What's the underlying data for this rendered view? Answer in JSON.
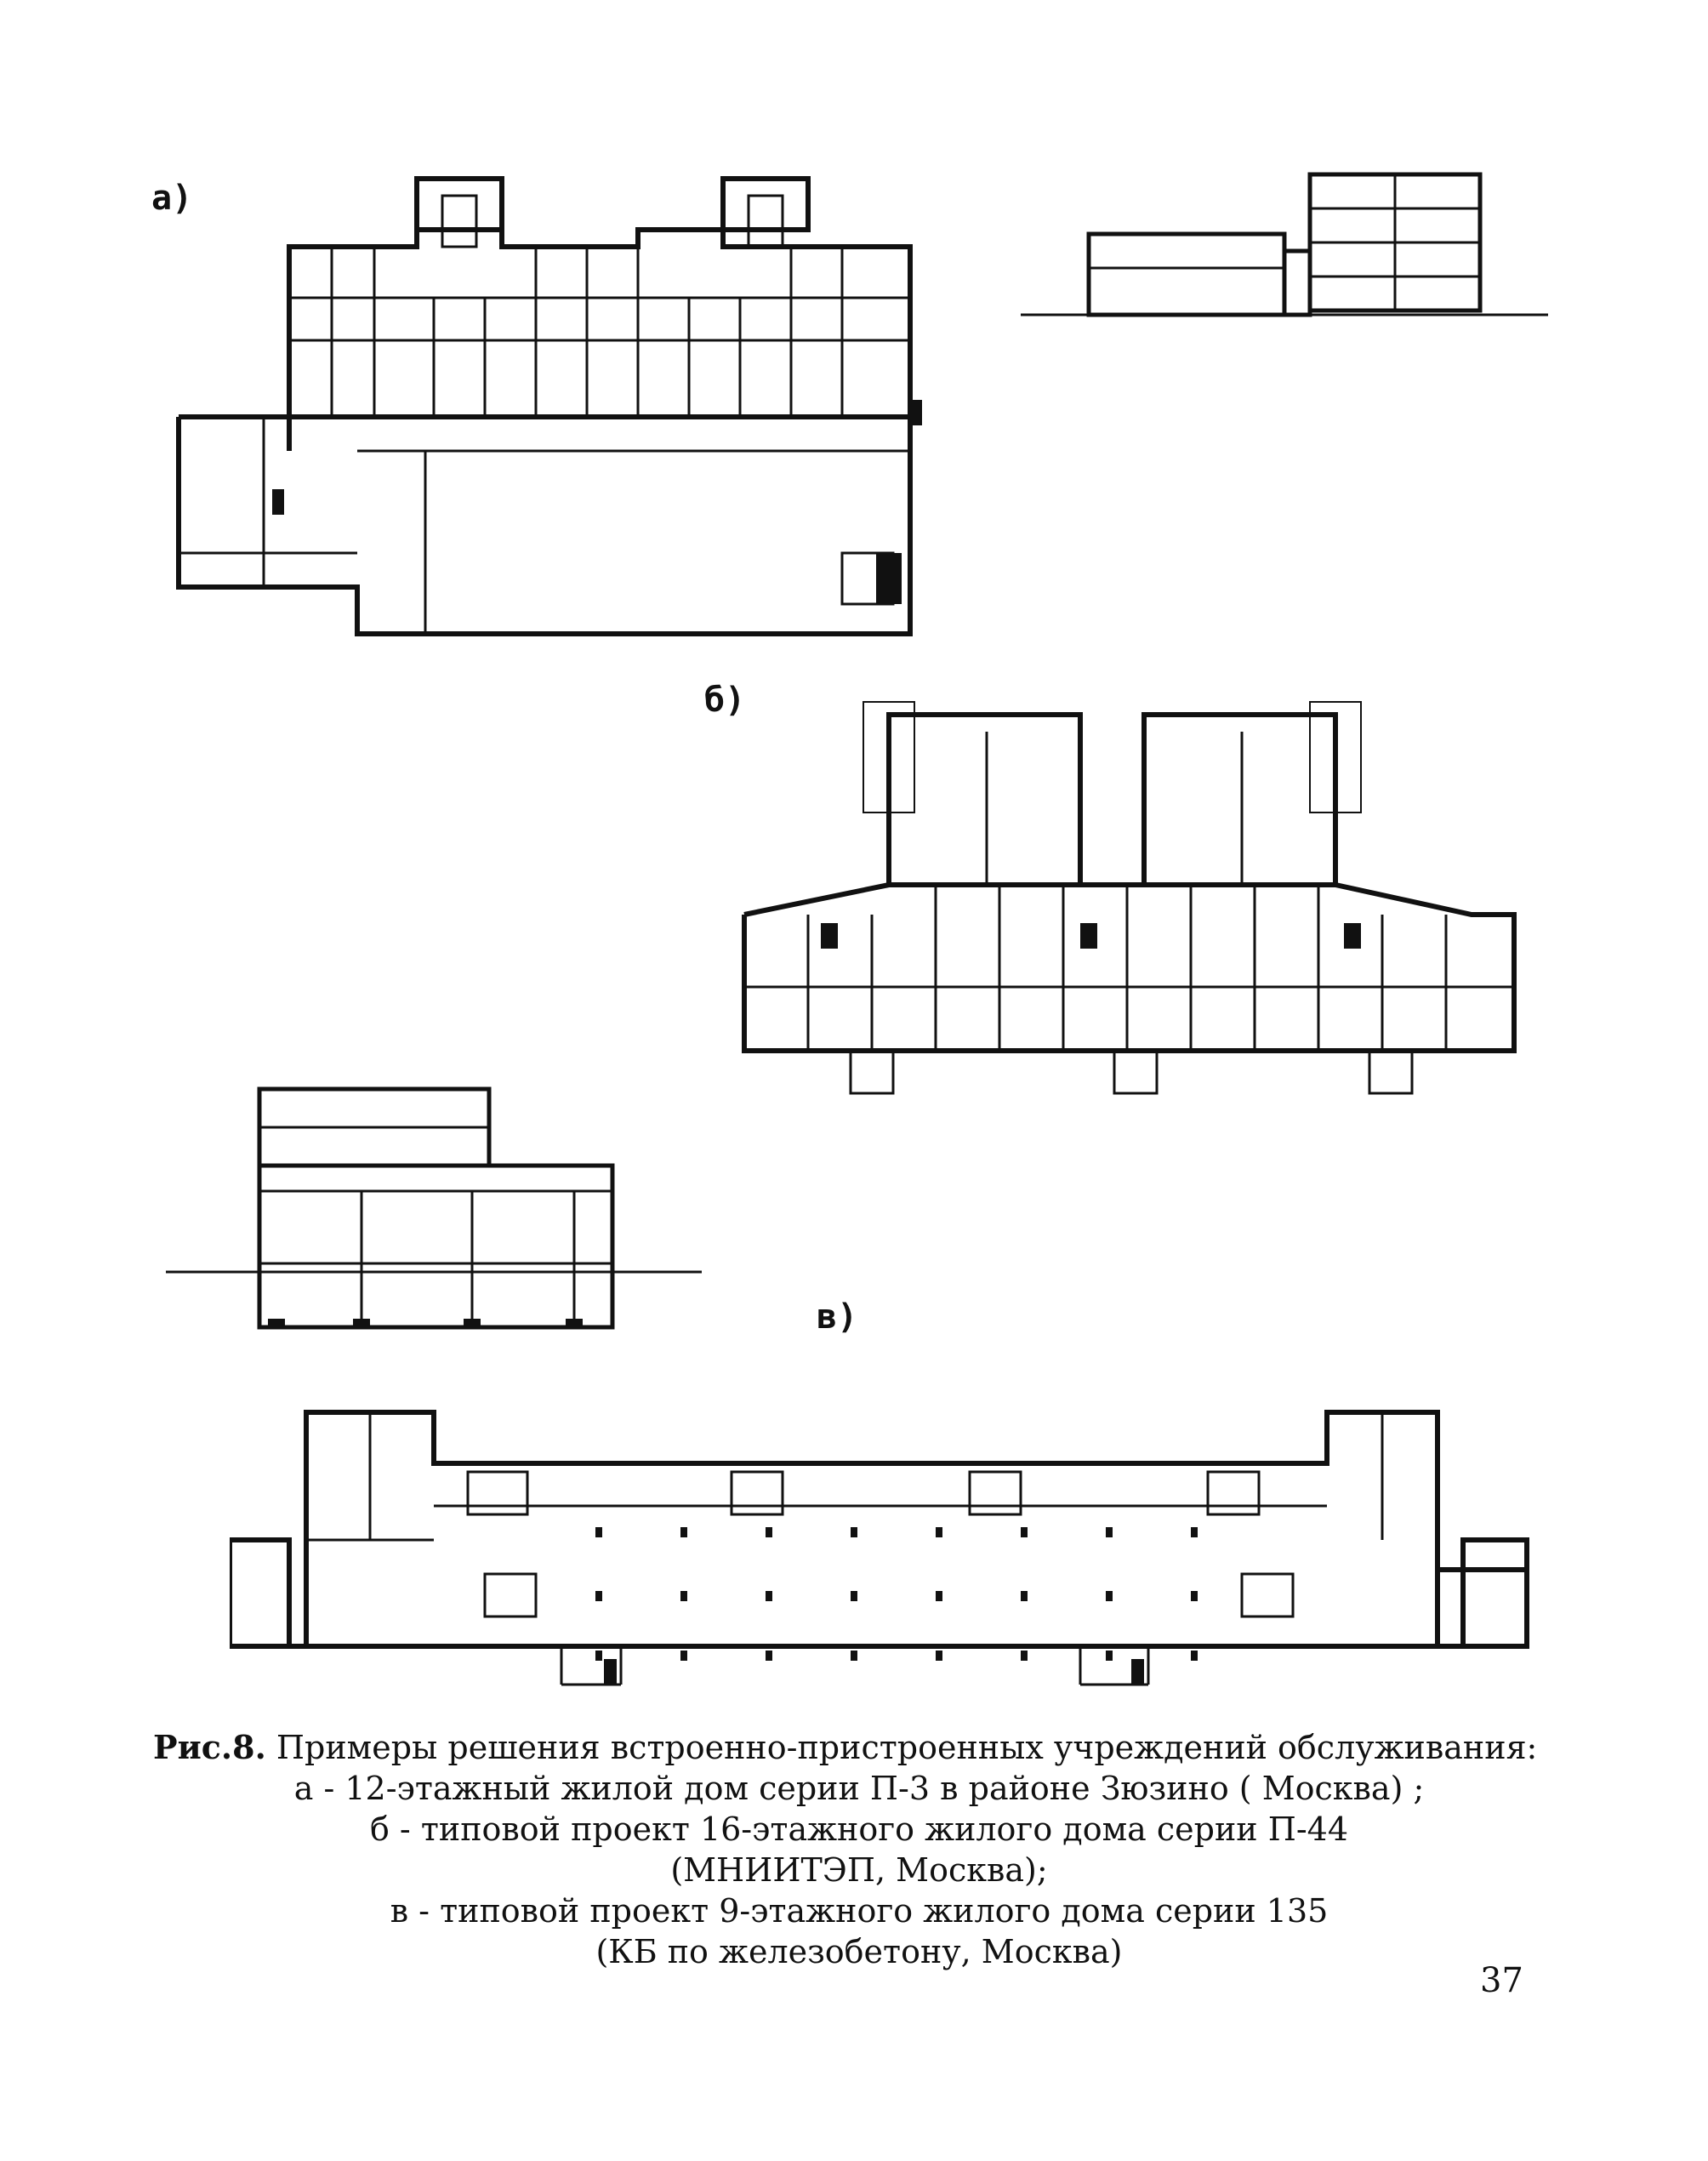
{
  "labels": {
    "a": "а)",
    "b": "б)",
    "v": "в)"
  },
  "caption": {
    "head": "Рис.8.",
    "line1": "Примеры решения встроенно-пристроенных учреждений обслуживания:",
    "line2": "а - 12-этажный жилой дом серии П-3 в районе Зюзино ( Москва) ;",
    "line3": "б - типовой проект 16-этажного жилого дома серии П-44",
    "line4": "(МНИИТЭП, Москва);",
    "line5": "в - типовой проект 9-этажного жилого дома серии 135",
    "line6": "(КБ по железобетону, Москва)"
  },
  "page_number": "37",
  "colors": {
    "ink": "#111111",
    "paper": "#ffffff"
  }
}
